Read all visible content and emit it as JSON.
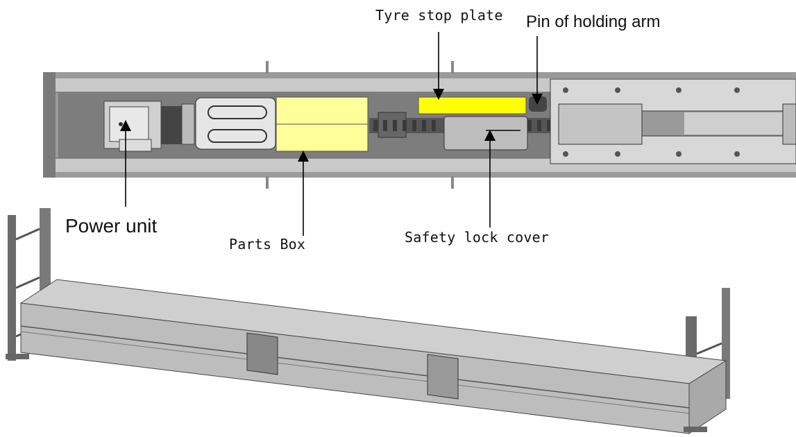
{
  "labels": {
    "tyre_stop_plate": "Tyre stop plate",
    "pin_of_holding_arm": "Pin of holding arm",
    "power_unit": "Power unit",
    "parts_box": "Parts Box",
    "safety_lock_cover": "Safety lock cover"
  },
  "colors": {
    "steel_frame": "#8c8c8c",
    "steel_light": "#c8c8c8",
    "parts_box_fill": "#ffff99",
    "tyre_stop_fill": "#ffff00",
    "background": "#ffffff"
  }
}
